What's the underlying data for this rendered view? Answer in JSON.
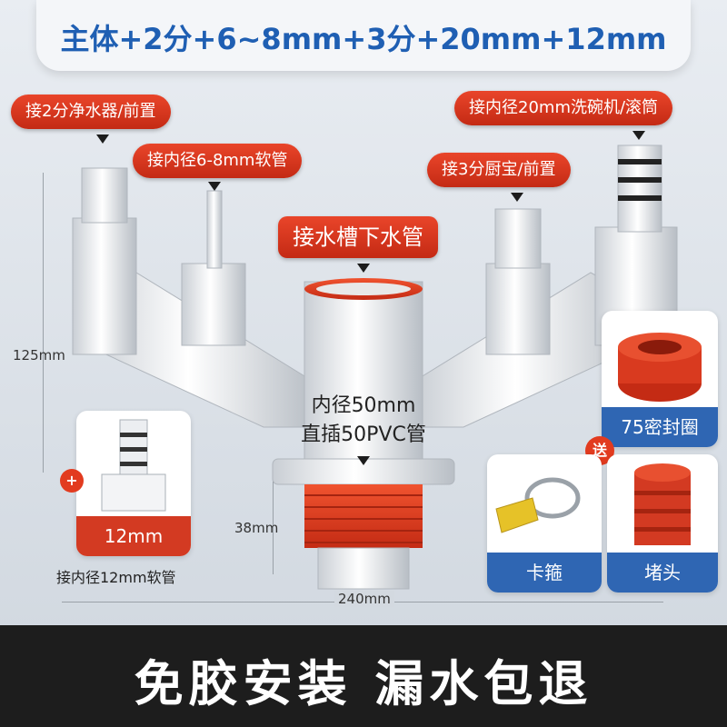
{
  "header": {
    "title": "主体+2分+6~8mm+3分+20mm+12mm"
  },
  "callouts": {
    "purifier": "接2分净水器/前置",
    "hose_6_8": "接内径6-8mm软管",
    "dishwasher": "接内径20mm洗碗机/滚筒",
    "kitchen": "接3分厨宝/前置",
    "sink": "接水槽下水管"
  },
  "dimensions": {
    "height": "125mm",
    "outlet": "38mm",
    "width": "240mm"
  },
  "center": {
    "line1": "内径50mm",
    "line2": "直插50PVC管"
  },
  "accessory_12mm": {
    "label": "12mm",
    "caption": "接内径12mm软管",
    "plus": "+"
  },
  "gifts": {
    "badge": "送",
    "seal_ring": "75密封圈",
    "clamp": "卡箍",
    "plug": "堵头"
  },
  "footer": {
    "slogan": "免胶安装  漏水包退"
  },
  "colors": {
    "accent_red": "#d33a22",
    "accent_blue": "#2f66b3",
    "title_blue": "#1f5fb3"
  }
}
